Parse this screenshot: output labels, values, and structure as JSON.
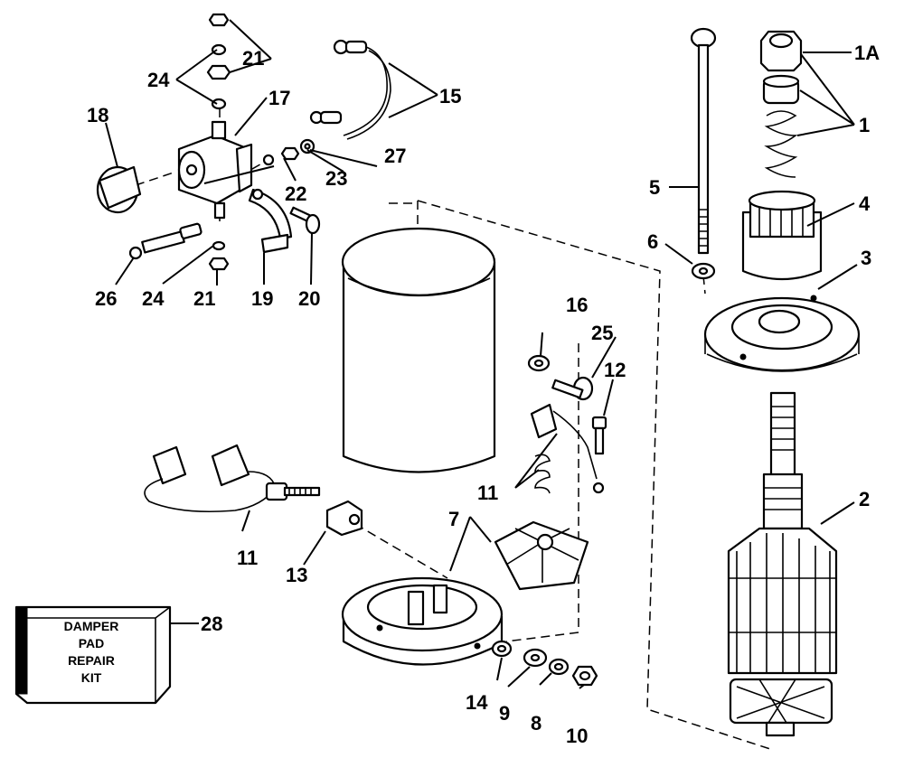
{
  "callouts": {
    "c1": "1",
    "c1a": "1A",
    "c2": "2",
    "c3": "3",
    "c4": "4",
    "c5": "5",
    "c6": "6",
    "c7": "7",
    "c8": "8",
    "c9": "9",
    "c10": "10",
    "c11a": "11",
    "c11b": "11",
    "c12": "12",
    "c13": "13",
    "c14": "14",
    "c15": "15",
    "c16": "16",
    "c17": "17",
    "c18": "18",
    "c19": "19",
    "c20": "20",
    "c21a": "21",
    "c21b": "21",
    "c22": "22",
    "c23": "23",
    "c24a": "24",
    "c24b": "24",
    "c25": "25",
    "c26": "26",
    "c27": "27",
    "c28": "28"
  },
  "kit_box": {
    "line1": "DAMPER",
    "line2": "PAD",
    "line3": "REPAIR",
    "line4": "KIT"
  }
}
